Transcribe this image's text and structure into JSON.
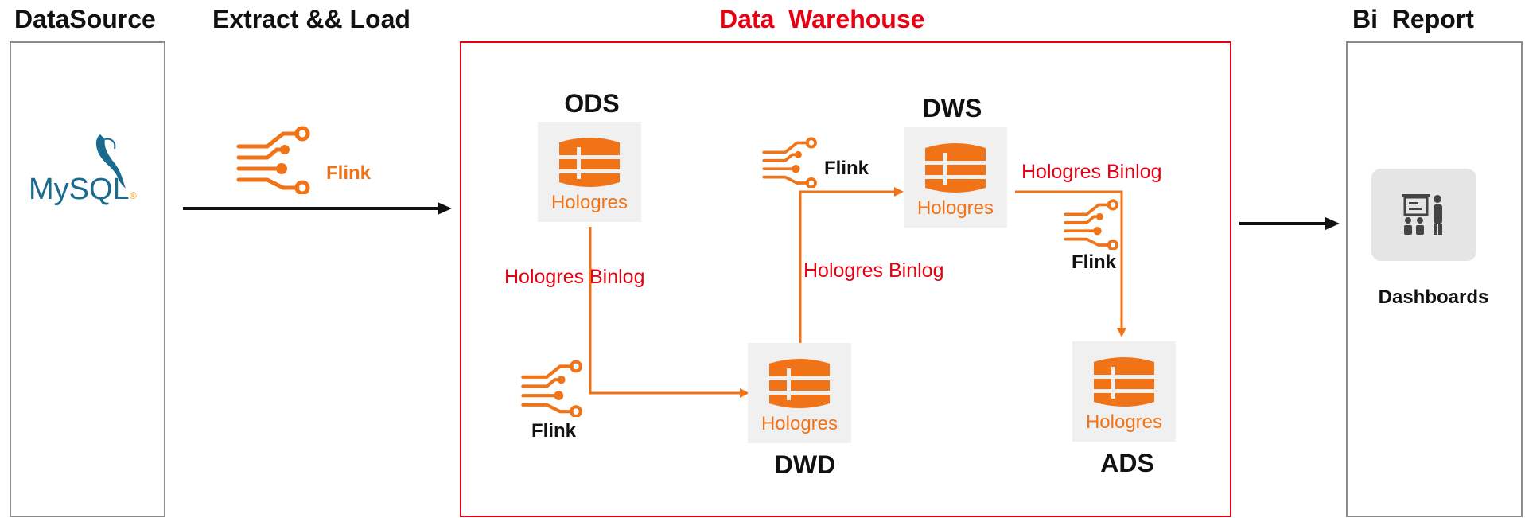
{
  "titles": {
    "datasource": "DataSource",
    "extract": "Extract && Load",
    "warehouse": "Data  Warehouse",
    "report": "Bi  Report"
  },
  "source": {
    "logo_text": "MySQL",
    "logo_mark": "®"
  },
  "extract": {
    "tool": "Flink"
  },
  "warehouse": {
    "nodes": {
      "ods": {
        "layer": "ODS",
        "store": "Hologres"
      },
      "dwd": {
        "layer": "DWD",
        "store": "Hologres"
      },
      "dws": {
        "layer": "DWS",
        "store": "Hologres"
      },
      "ads": {
        "layer": "ADS",
        "store": "Hologres"
      }
    },
    "edges": {
      "ods_dwd_binlog": "Hologres Binlog",
      "ods_dwd_tool": "Flink",
      "dwd_dws_binlog": "Hologres Binlog",
      "dwd_dws_tool": "Flink",
      "dws_ads_binlog": "Hologres Binlog",
      "dws_ads_tool": "Flink"
    }
  },
  "report": {
    "dashboard_label": "Dashboards",
    "icon": "presentation-icon"
  },
  "colors": {
    "accent_orange": "#f07318",
    "warehouse_red": "#e60012",
    "panel_gray": "#8c8c8c",
    "tile_gray": "#f0f0f0"
  }
}
